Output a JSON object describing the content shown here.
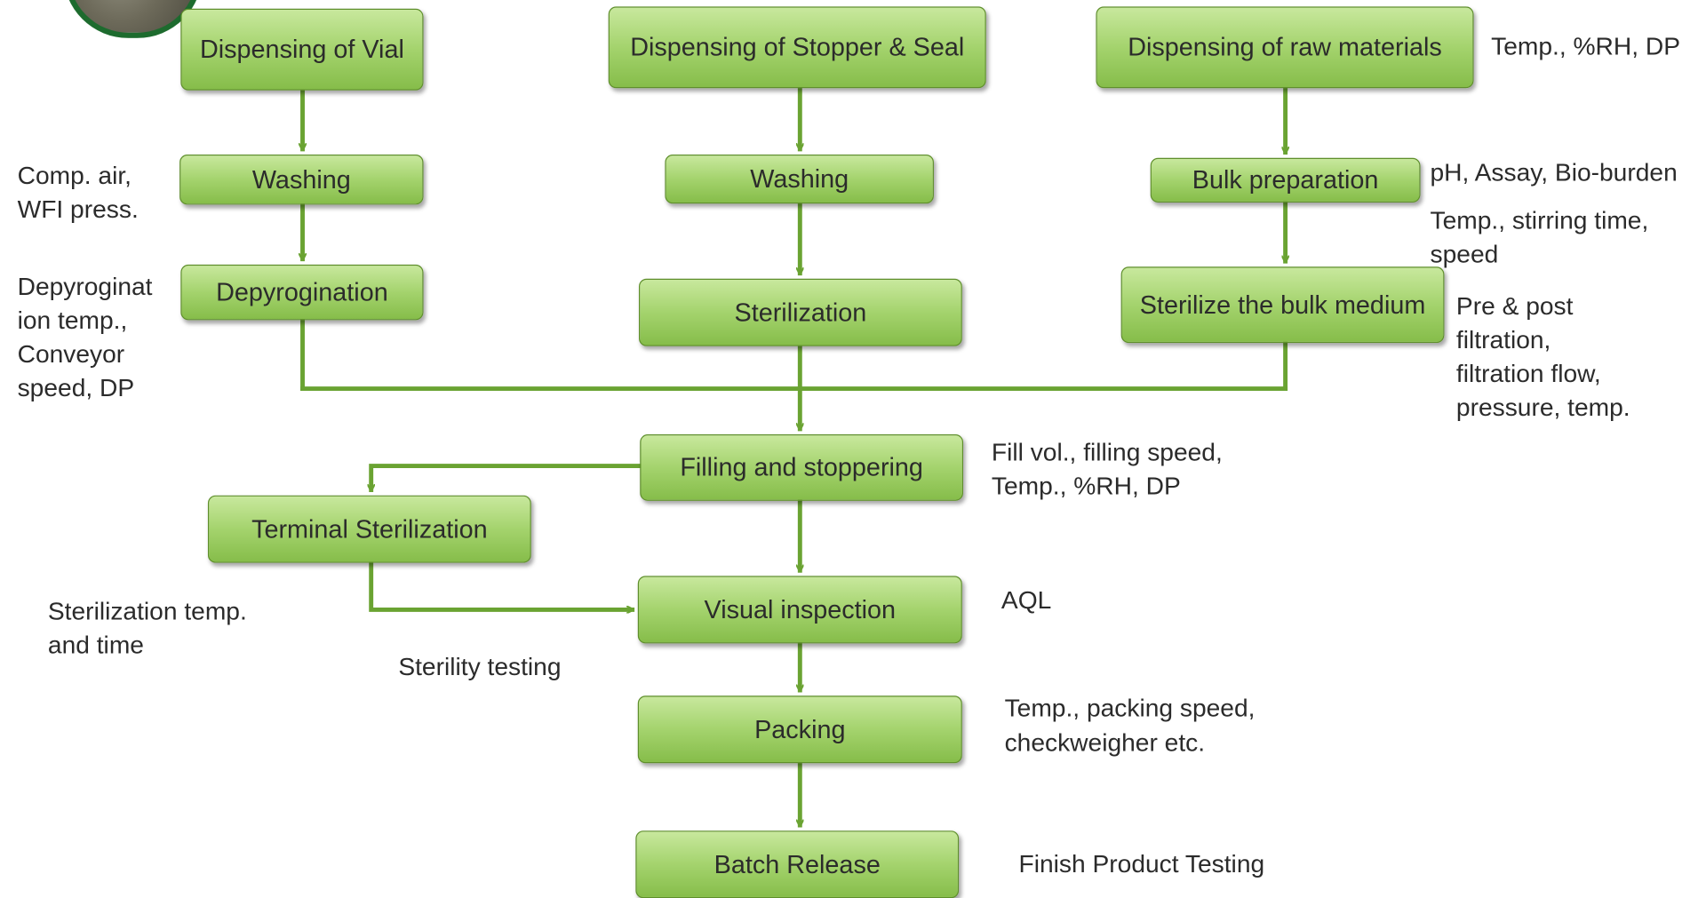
{
  "colors": {
    "box_fill": "#a4d36d",
    "box_border": "#5f8f2c",
    "arrow": "#6aa332",
    "text": "#2b2b2b",
    "logo_ring": "#1d6b2e"
  },
  "boxes": {
    "dispensing_vial": "Dispensing of Vial",
    "washing_vial": "Washing",
    "depyrogination": "Depyrogination",
    "dispensing_stopper": "Dispensing of Stopper & Seal",
    "washing_stopper": "Washing",
    "sterilization": "Sterilization",
    "dispensing_raw": "Dispensing of raw materials",
    "bulk_preparation": "Bulk preparation",
    "sterilize_bulk": "Sterilize the bulk medium",
    "filling_stoppering": "Filling and stoppering",
    "terminal_sterilization": "Terminal Sterilization",
    "visual_inspection": "Visual inspection",
    "packing": "Packing",
    "batch_release": "Batch Release"
  },
  "notes": {
    "raw_materials_params": "Temp., %RH, DP",
    "comp_air_1": "Comp. air,",
    "comp_air_2": "WFI press.",
    "depyro_1": "Depyroginat",
    "depyro_2": "ion temp.,",
    "depyro_3": "Conveyor",
    "depyro_4": "speed, DP",
    "bulk_1": "pH, Assay, Bio-burden",
    "bulk_2": "Temp., stirring time,",
    "bulk_3": "speed",
    "filtration_1": "Pre & post",
    "filtration_2": "filtration,",
    "filtration_3": "filtration flow,",
    "filtration_4": "pressure, temp.",
    "filling_1": "Fill vol., filling speed,",
    "filling_2": "Temp., %RH, DP",
    "terminal_1": "Sterilization temp.",
    "terminal_2": "and time",
    "sterility_testing": "Sterility testing",
    "aql": "AQL",
    "packing_1": "Temp., packing speed,",
    "packing_2": "checkweigher etc.",
    "finish_testing": "Finish Product Testing"
  }
}
